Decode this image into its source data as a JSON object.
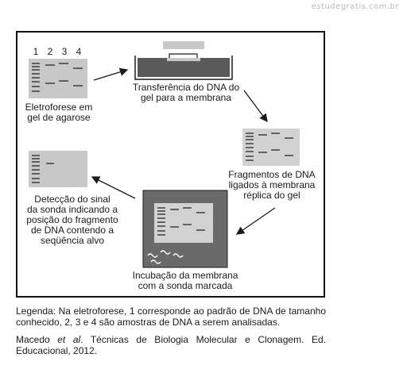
{
  "watermark": "estudegratis.com.br",
  "diagram": {
    "lane_numbers": [
      "1",
      "2",
      "3",
      "4"
    ],
    "step1_caption": [
      "Eletroforese em",
      "gel de agarose"
    ],
    "step2_caption": [
      "Transferência do DNA do",
      "gel para a membrana"
    ],
    "step3_caption": [
      "Fragmentos de DNA",
      "ligados à membrana",
      "réplica do gel"
    ],
    "step4_caption": [
      "Incubação da membrana",
      "com a sonda marcada"
    ],
    "step5_caption": [
      "Detecção do sinal",
      "da sonda indicando a",
      "posição do fragmento",
      "de DNA contendo a",
      "seqüência alvo"
    ]
  },
  "legend": {
    "prefix": "Legenda: Na eletroforese, 1 corresponde ao padrão de DNA de tamanho conhecido, 2, 3 e 4 são amostras de DNA a serem analisadas."
  },
  "source": {
    "authors": "Macedo ",
    "et_al": "et al",
    "rest": ". Técnicas de Biologia Molecular e Clonagem. Ed. Educacional, 2012."
  }
}
